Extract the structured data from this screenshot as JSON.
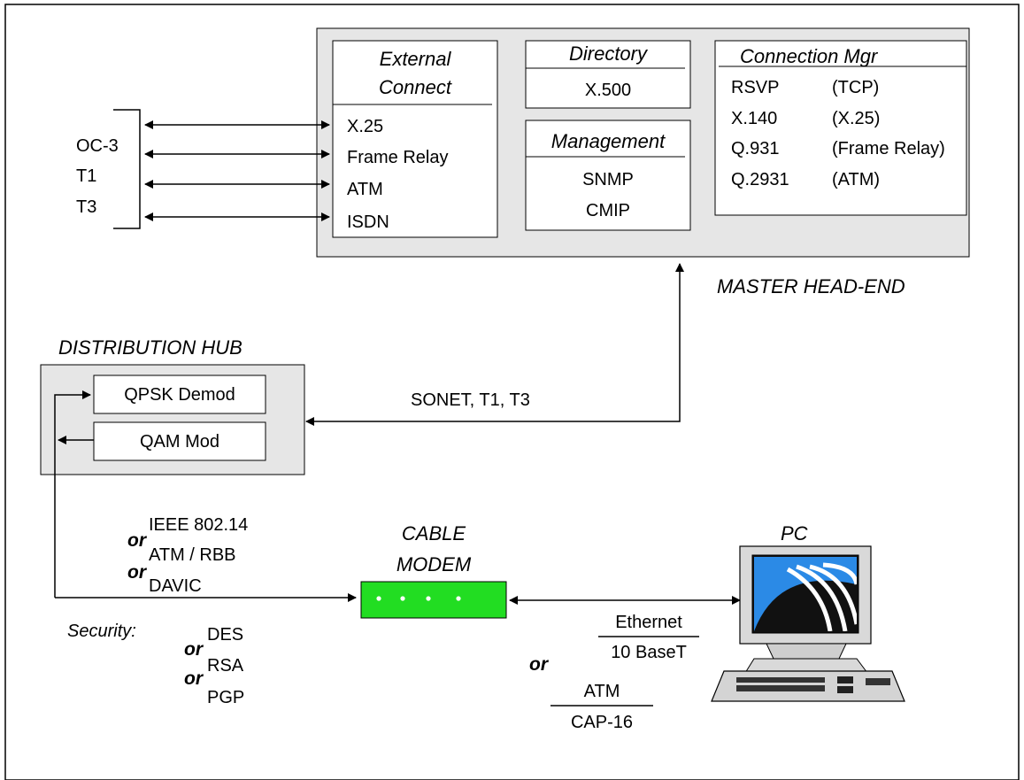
{
  "external_connect": {
    "title_line1": "External",
    "title_line2": "Connect",
    "items": [
      "X.25",
      "Frame Relay",
      "ATM",
      "ISDN"
    ]
  },
  "directory": {
    "title": "Directory",
    "value": "X.500"
  },
  "management": {
    "title": "Management",
    "items": [
      "SNMP",
      "CMIP"
    ]
  },
  "connection_mgr": {
    "title": "Connection Mgr",
    "rows": [
      {
        "protocol": "RSVP",
        "transport": "(TCP)"
      },
      {
        "protocol": "X.140",
        "transport": "(X.25)"
      },
      {
        "protocol": "Q.931",
        "transport": "(Frame Relay)"
      },
      {
        "protocol": "Q.2931",
        "transport": "(ATM)"
      }
    ]
  },
  "master_head_end_label": "MASTER HEAD-END",
  "line_types": [
    "OC-3",
    "T1",
    "T3"
  ],
  "distribution_hub": {
    "title": "DISTRIBUTION HUB",
    "qpsk_label": "QPSK Demod",
    "qam_label": "QAM Mod"
  },
  "sonet_label": "SONET, T1, T3",
  "protocols": {
    "first": "IEEE 802.14",
    "or_word": "or",
    "second": "ATM / RBB",
    "third": "DAVIC"
  },
  "security": {
    "label": "Security:",
    "or_word": "or",
    "first": "DES",
    "second": "RSA",
    "third": "PGP"
  },
  "cable_modem": {
    "line1": "CABLE",
    "line2": "MODEM"
  },
  "pc_label": "PC",
  "lan": {
    "ethernet": "Ethernet",
    "baset": "10 BaseT",
    "or_word": "or",
    "atm": "ATM",
    "cap": "CAP-16"
  },
  "colors": {
    "panel_fill": "#e6e6e6",
    "modem_green": "#22dd22",
    "screen_blue": "#2b8ae6"
  }
}
